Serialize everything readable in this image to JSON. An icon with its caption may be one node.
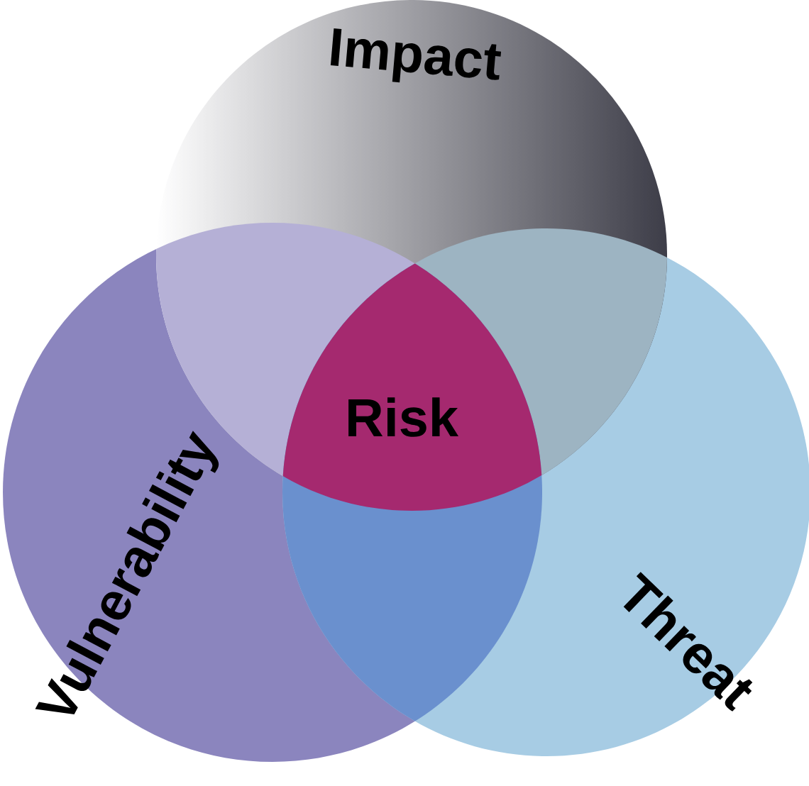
{
  "diagram": {
    "nodes": [
      {
        "text": [
          "Impact"
        ]
      },
      {
        "text": [
          "Vulnerability"
        ]
      },
      {
        "text": [
          "Threat"
        ]
      },
      {
        "text": [
          "Risk"
        ]
      }
    ]
  }
}
